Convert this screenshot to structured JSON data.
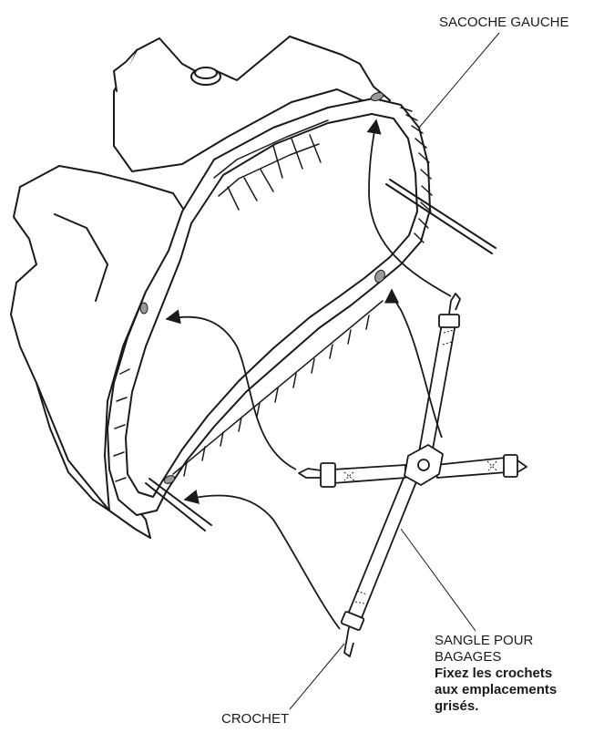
{
  "labels": {
    "left_saddlebag": "SACOCHE GAUCHE",
    "luggage_strap_line1": "SANGLE POUR",
    "luggage_strap_line2": "BAGAGES",
    "instruction_line1": "Fixez les crochets",
    "instruction_line2": "aux emplacements",
    "instruction_line3": "grisés.",
    "hook": "CROCHET"
  },
  "colors": {
    "line": "#1a1a1a",
    "fill": "#ffffff",
    "hook_spot": "#9a9a9a",
    "shade": "#5a5a5a"
  }
}
